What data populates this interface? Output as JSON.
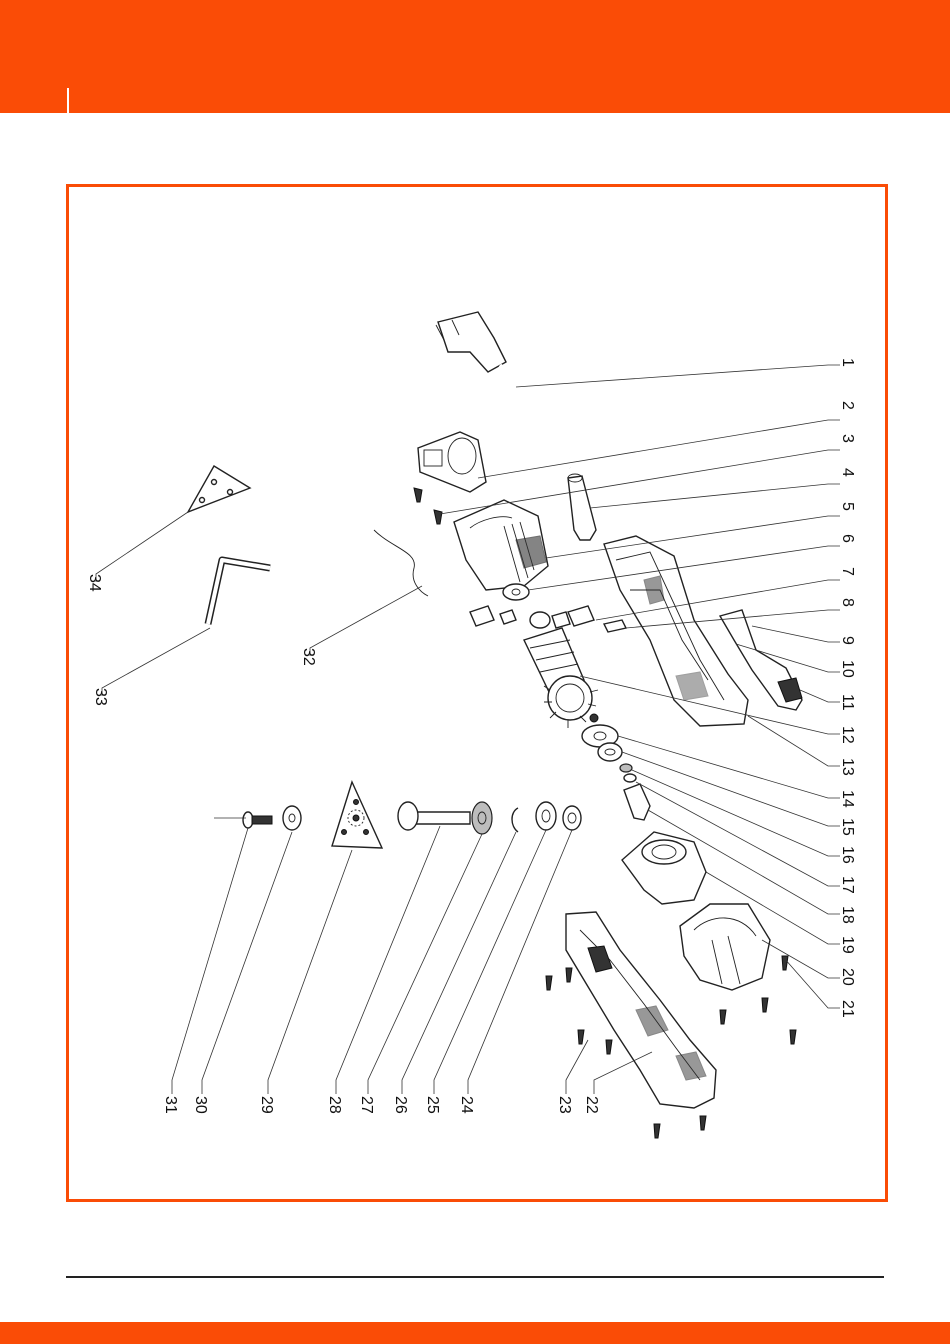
{
  "colors": {
    "brand": "#fa4c06",
    "rule": "#222222"
  },
  "callouts": [
    "1",
    "2",
    "3",
    "4",
    "5",
    "6",
    "7",
    "8",
    "9",
    "10",
    "11",
    "12",
    "13",
    "14",
    "15",
    "16",
    "17",
    "18",
    "19",
    "20",
    "21",
    "22",
    "23",
    "24",
    "25",
    "26",
    "27",
    "28",
    "29",
    "30",
    "31",
    "32",
    "33",
    "34"
  ]
}
